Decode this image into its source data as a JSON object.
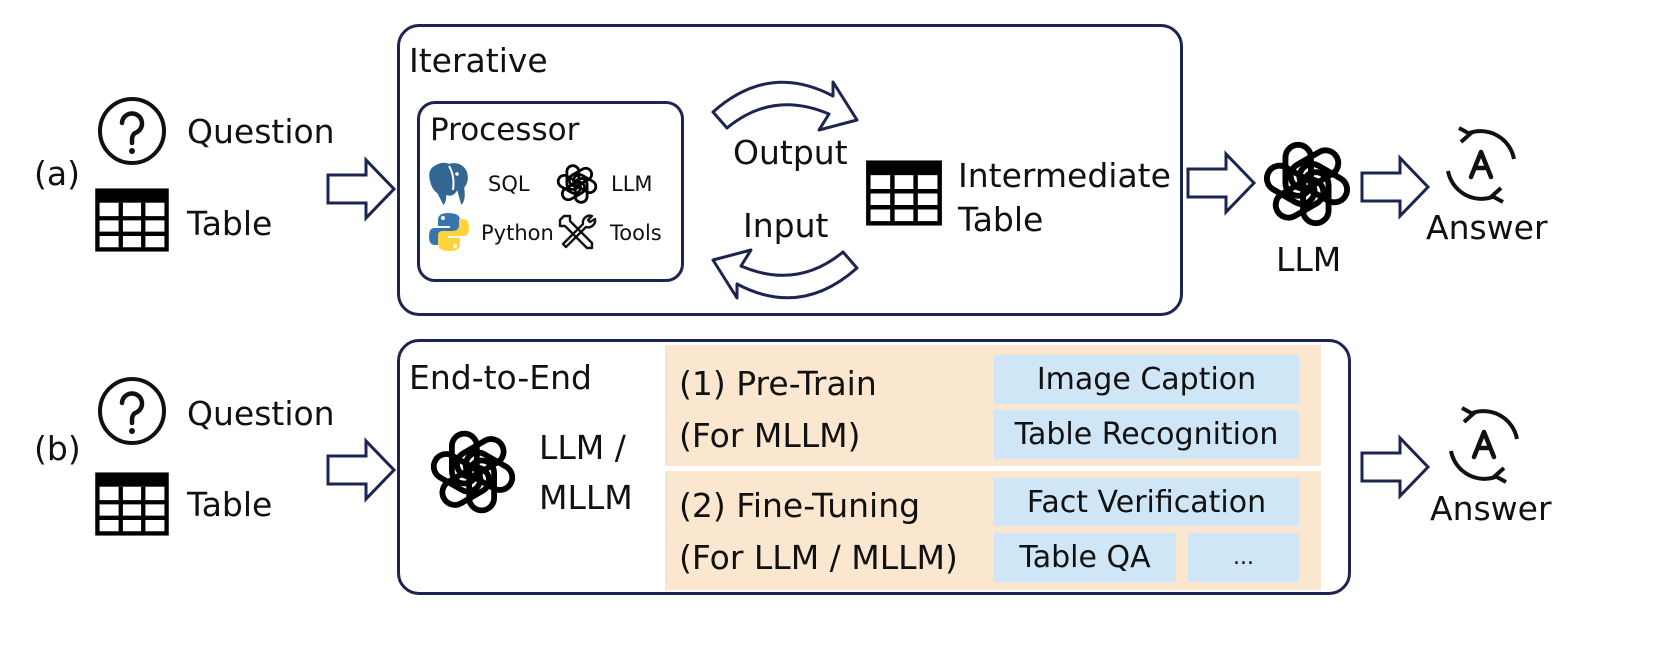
{
  "colors": {
    "panel_border": "#1c2450",
    "stage_background": "#fbe7cf",
    "task_box": "#cfe6f7",
    "postgres_blue": "#336791",
    "python_blue": "#3776ab",
    "python_yellow": "#ffd43b"
  },
  "icons": [
    "question-icon",
    "table-icon",
    "hollow-arrow-icon",
    "postgresql-elephant-icon",
    "openai-logo-icon",
    "python-logo-icon",
    "tools-icon",
    "curved-arrow-icon",
    "answer-icon"
  ],
  "row_a": {
    "label": "(a)",
    "question": "Question",
    "table": "Table",
    "panel_title": "Iterative",
    "processor": {
      "title": "Processor",
      "sql": "SQL",
      "llm": "LLM",
      "python": "Python",
      "tools": "Tools"
    },
    "output": "Output",
    "input": "Input",
    "intermediate_line1": "Intermediate",
    "intermediate_line2": "Table",
    "llm": "LLM",
    "answer": "Answer"
  },
  "row_b": {
    "label": "(b)",
    "question": "Question",
    "table": "Table",
    "panel_title": "End-to-End",
    "model_line1": "LLM /",
    "model_line2": "MLLM",
    "stage1_line1": "(1) Pre-Train",
    "stage1_line2": "(For MLLM)",
    "stage1_tasks": [
      "Image Caption",
      "Table Recognition"
    ],
    "stage2_line1": "(2) Fine-Tuning",
    "stage2_line2": "(For LLM / MLLM)",
    "stage2_tasks": [
      "Fact Verification",
      "Table QA",
      "..."
    ],
    "answer": "Answer"
  }
}
